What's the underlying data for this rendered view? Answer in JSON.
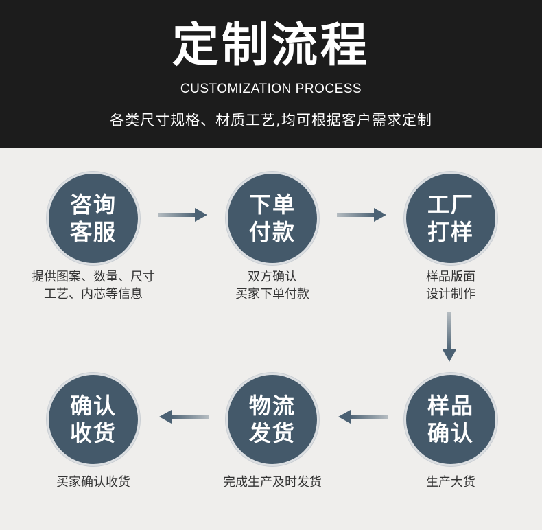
{
  "header": {
    "title": "定制流程",
    "subtitle_en": "CUSTOMIZATION PROCESS",
    "description": "各类尺寸规格、材质工艺,均可根据客户需求定制"
  },
  "colors": {
    "header_bg": "#1c1c1c",
    "body_bg": "#efeeec",
    "circle_fill": "#44596a",
    "arrow_color": "#4b6173"
  },
  "steps": [
    {
      "title_lines": [
        "咨询",
        "客服"
      ],
      "desc_lines": [
        "提供图案、数量、尺寸",
        "工艺、内芯等信息"
      ]
    },
    {
      "title_lines": [
        "下单",
        "付款"
      ],
      "desc_lines": [
        "双方确认",
        "买家下单付款"
      ]
    },
    {
      "title_lines": [
        "工厂",
        "打样"
      ],
      "desc_lines": [
        "样品版面",
        "设计制作"
      ]
    },
    {
      "title_lines": [
        "样品",
        "确认"
      ],
      "desc_lines": [
        "生产大货"
      ]
    },
    {
      "title_lines": [
        "物流",
        "发货"
      ],
      "desc_lines": [
        "完成生产及时发货"
      ]
    },
    {
      "title_lines": [
        "确认",
        "收货"
      ],
      "desc_lines": [
        "买家确认收货"
      ]
    }
  ],
  "arrows": [
    {
      "icon": "arrow-right-icon"
    },
    {
      "icon": "arrow-right-icon"
    },
    {
      "icon": "arrow-down-icon"
    },
    {
      "icon": "arrow-left-icon"
    },
    {
      "icon": "arrow-left-icon"
    }
  ]
}
